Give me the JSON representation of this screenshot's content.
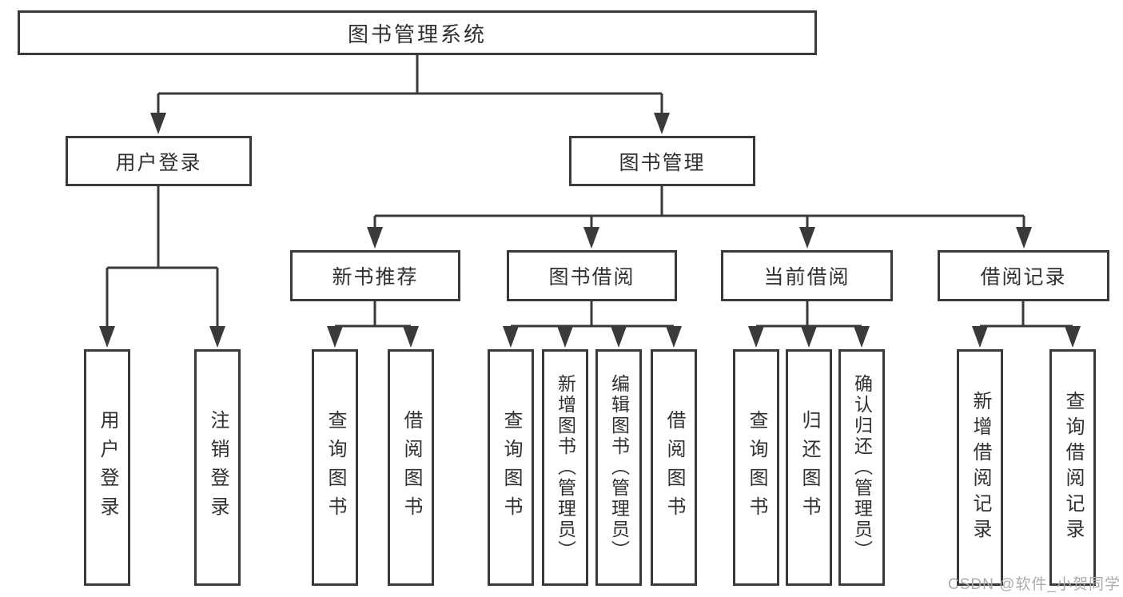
{
  "tree": {
    "root": "图书管理系统",
    "level2": [
      "用户登录",
      "图书管理"
    ],
    "level3": [
      "新书推荐",
      "图书借阅",
      "当前借阅",
      "借阅记录"
    ],
    "leaves": [
      "用户登录",
      "注销登录",
      "查询图书",
      "借阅图书",
      "查询图书",
      "新增图书（管理员）",
      "编辑图书（管理员）",
      "借阅图书",
      "查询图书",
      "归还图书",
      "确认归还（管理员）",
      "新增借阅记录",
      "查询借阅记录"
    ]
  },
  "watermark": "CSDN @软件_小贺同学",
  "colors": {
    "line": "#3a3a3a",
    "text": "#303030",
    "watermark": "#ababab",
    "background": "#ffffff"
  }
}
